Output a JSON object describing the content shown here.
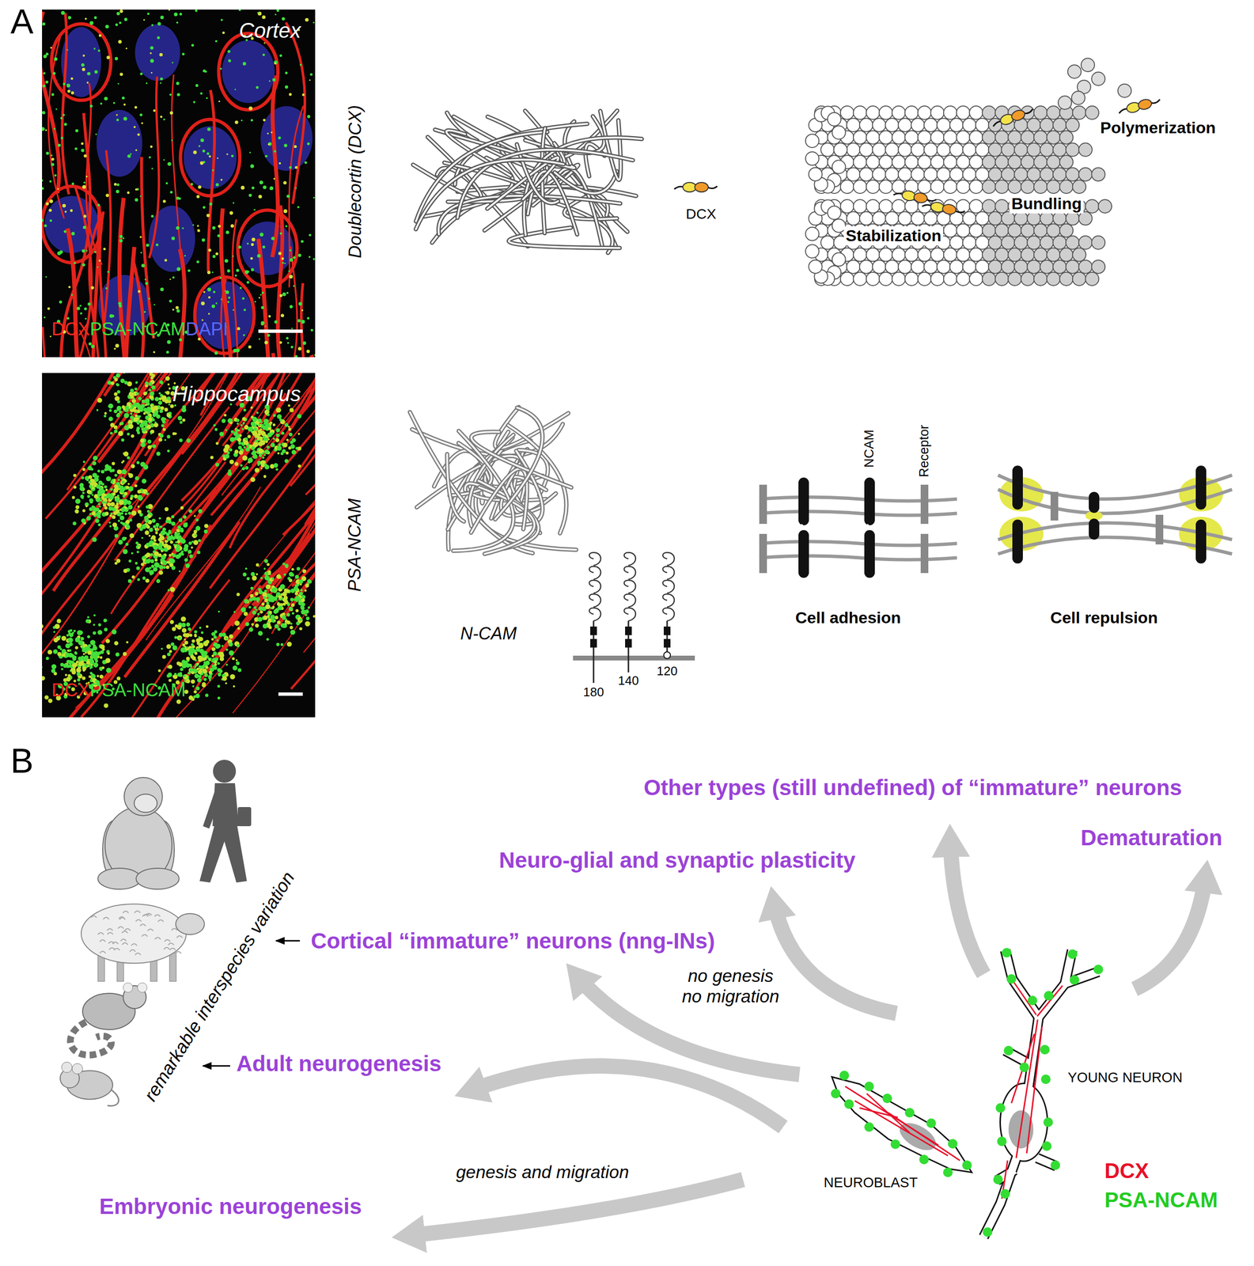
{
  "diagram": {
    "labels": [
      "A",
      "Cortex",
      "DCX",
      "PSA-NCAM",
      "DAPI",
      "Doublecortin (DCX)",
      "DCX",
      "Polymerization",
      "Bundling",
      "Stabilization",
      "Hippocampus",
      "DCX",
      "PSA-NCAM",
      "PSA-NCAM",
      "N-CAM",
      "180",
      "140",
      "120",
      "NCAM",
      "Receptor",
      "Cell adhesion",
      "Cell repulsion",
      "B",
      "Other types (still undefined) of “immature” neurons",
      "Dematuration",
      "Neuro-glial and synaptic plasticity",
      "Cortical “immature” neurons (nng-INs)",
      "no genesis no migration",
      "remarkable interspecies variation",
      "Adult neurogenesis",
      "genesis and migration",
      "Embryonic neurogenesis",
      "YOUNG NEURON",
      "NEUROBLAST",
      "DCX",
      "PSA-NCAM"
    ]
  }
}
